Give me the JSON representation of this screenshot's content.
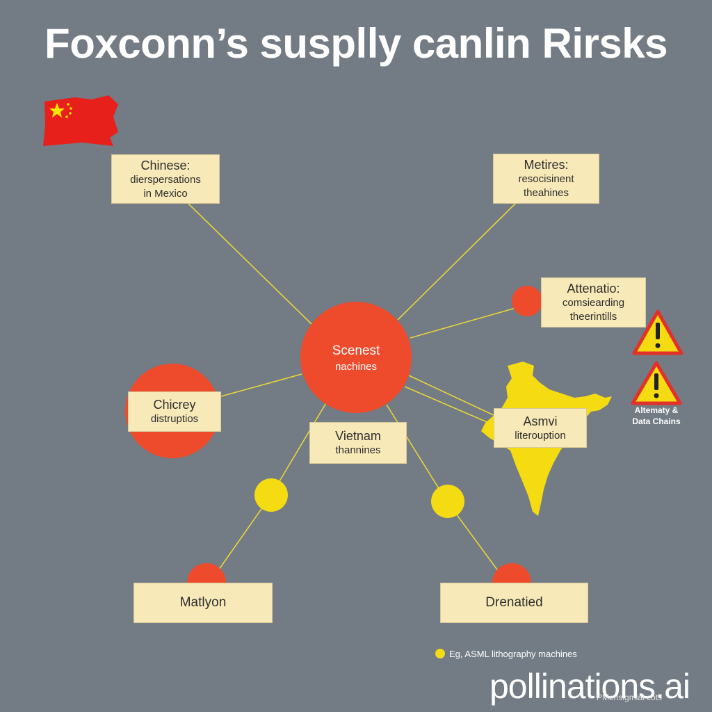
{
  "title": "Foxconn’s susplly canlin Rirsks",
  "center": {
    "title": "Scenest",
    "subtitle": "nachines"
  },
  "boxes": {
    "top_left": {
      "title": "Chinese:",
      "line1": "dierspersations",
      "line2": "in Mexico"
    },
    "top_right": {
      "title": "Metires:",
      "line1": "resocisinent",
      "line2": "theahines"
    },
    "right": {
      "title": "Attenatio:",
      "line1": "comsiearding",
      "line2": "theerintills"
    },
    "left": {
      "title": "Chicrey",
      "line1": "distruptios"
    },
    "middle": {
      "title": "Vietnam",
      "line1": "thannines"
    },
    "india": {
      "title": "Asmvi",
      "line1": "literouption"
    },
    "bottom_left": {
      "title": "Matlyon"
    },
    "bottom_right": {
      "title": "Drenatied"
    }
  },
  "side_caption": {
    "line1": "Altematy &",
    "line2": "Data Chains"
  },
  "legend": {
    "text": "Eg, ASML lithography machines"
  },
  "watermark": {
    "main": "pollinations.ai",
    "sub": "PMensigmial cots"
  },
  "colors": {
    "background": "#737b84",
    "node_red": "#ee4a2c",
    "node_yellow": "#f5dc12",
    "box_fill": "#f8e9b8",
    "connector": "#e8d63a",
    "flag_red": "#e8201c",
    "flag_star": "#f7e600"
  },
  "icons": [
    "china-flag-icon",
    "warning-icon",
    "india-map-icon"
  ]
}
